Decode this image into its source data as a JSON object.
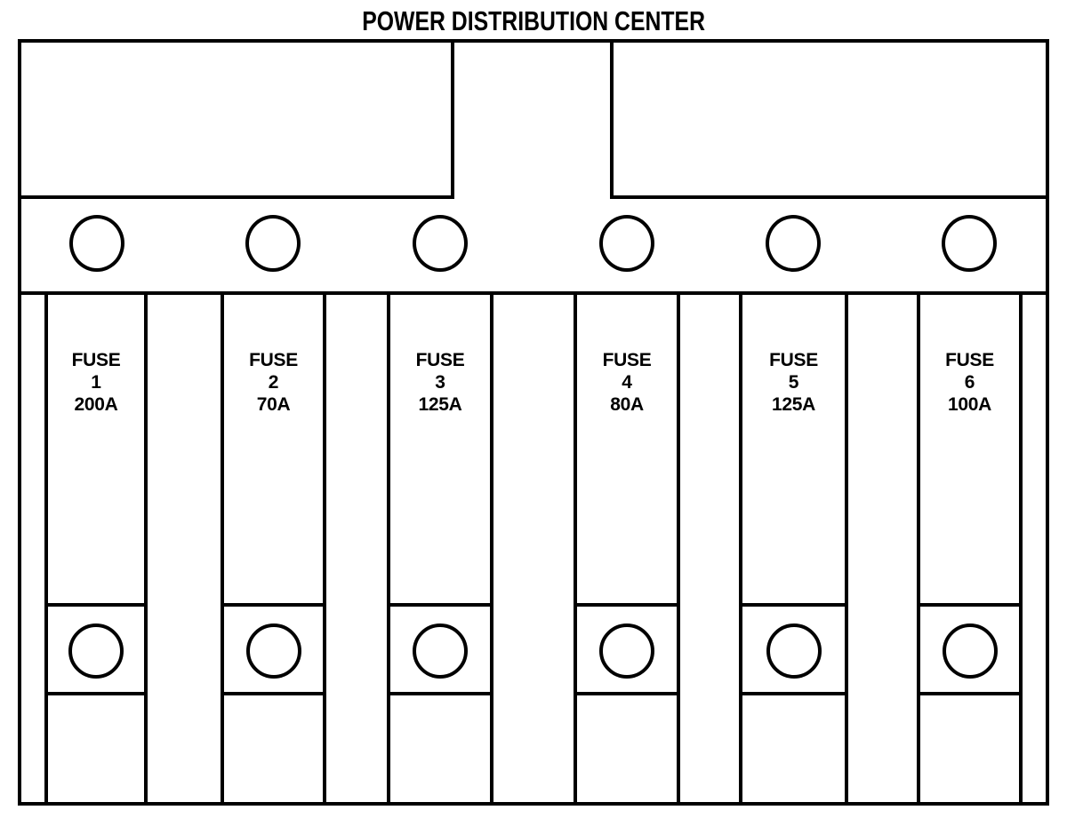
{
  "title": "POWER DISTRIBUTION CENTER",
  "colors": {
    "line": "#000000",
    "background": "#ffffff"
  },
  "fuses": [
    {
      "name": "FUSE",
      "number": "1",
      "amperage": "200A"
    },
    {
      "name": "FUSE",
      "number": "2",
      "amperage": "70A"
    },
    {
      "name": "FUSE",
      "number": "3",
      "amperage": "125A"
    },
    {
      "name": "FUSE",
      "number": "4",
      "amperage": "80A"
    },
    {
      "name": "FUSE",
      "number": "5",
      "amperage": "125A"
    },
    {
      "name": "FUSE",
      "number": "6",
      "amperage": "100A"
    }
  ]
}
